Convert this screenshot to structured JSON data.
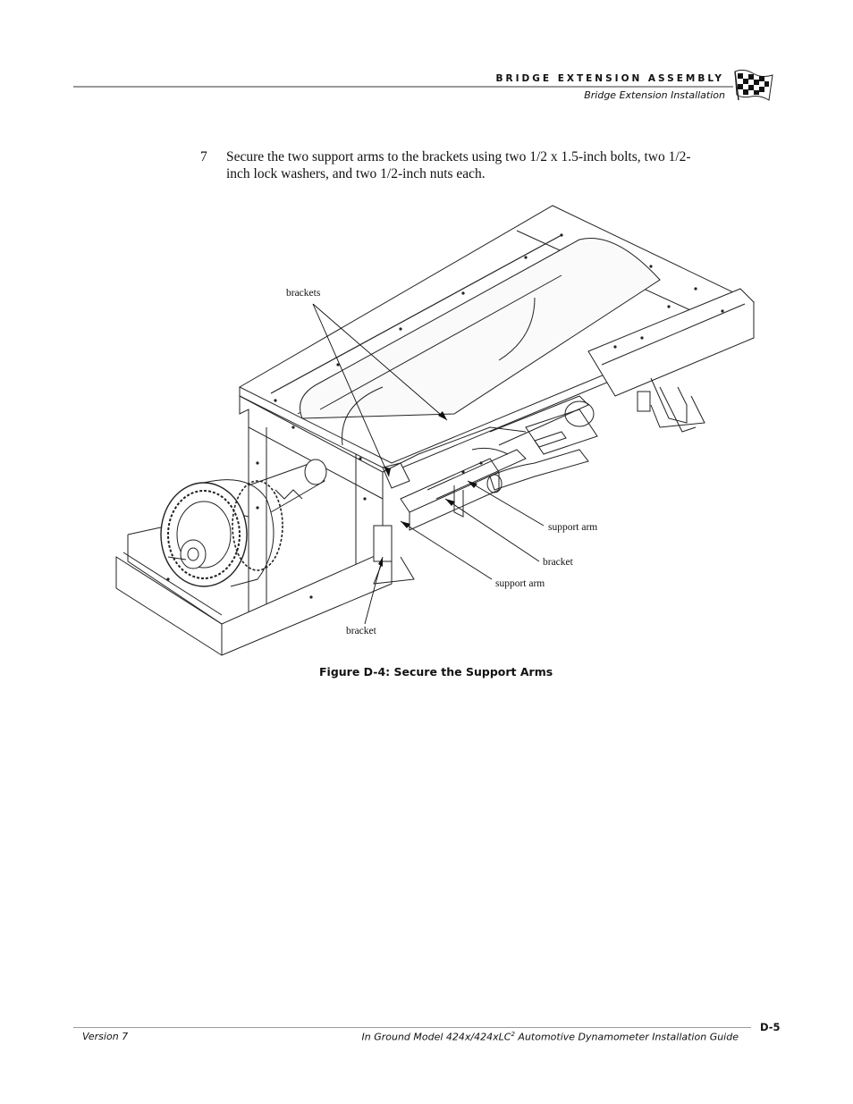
{
  "header": {
    "section": "BRIDGE EXTENSION ASSEMBLY",
    "subsection": "Bridge Extension Installation",
    "logo_icon": "checkered-flag-icon"
  },
  "step": {
    "number": "7",
    "text": "Secure the two support arms to the brackets using two 1/2 x 1.5-inch bolts, two 1/2-inch lock washers, and two 1/2-inch nuts each."
  },
  "figure": {
    "caption": "Figure D-4: Secure the Support Arms",
    "labels": {
      "brackets": "brackets",
      "support_arm_upper": "support arm",
      "bracket_right": "bracket",
      "support_arm_lower": "support arm",
      "bracket_lower": "bracket"
    }
  },
  "footer": {
    "version": "Version 7",
    "title_main": "In Ground Model 424x/424xLC",
    "title_sup": "2",
    "title_end": " Automotive Dynamometer Installation Guide",
    "page": "D-5"
  }
}
